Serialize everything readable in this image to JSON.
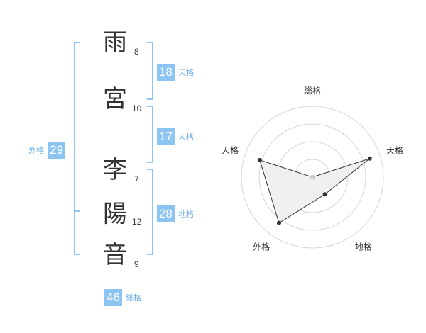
{
  "name": {
    "characters": [
      {
        "char": "雨",
        "strokes": "8"
      },
      {
        "char": "宮",
        "strokes": "10"
      },
      {
        "char": "李",
        "strokes": "7"
      },
      {
        "char": "陽",
        "strokes": "12"
      },
      {
        "char": "音",
        "strokes": "9"
      }
    ]
  },
  "fortunes": {
    "tenkaku": {
      "value": "18",
      "label": "天格"
    },
    "jinkaku": {
      "value": "17",
      "label": "人格"
    },
    "chikaku": {
      "value": "28",
      "label": "地格"
    },
    "gaikaku": {
      "value": "29",
      "label": "外格"
    },
    "soukaku": {
      "value": "46",
      "label": "総格"
    }
  },
  "colors": {
    "accent": "#8cc4f2",
    "accent_text": "#6aaee8",
    "bracket": "#8cc4f2",
    "radar_fill": "#eeeeee",
    "radar_grid": "#d6d6d6",
    "radar_line": "#333333"
  },
  "chart_data": {
    "type": "radar",
    "axes": [
      "総格",
      "天格",
      "地格",
      "外格",
      "人格"
    ],
    "values": [
      0,
      0.85,
      0.3,
      0.8,
      0.78
    ],
    "range": [
      0,
      1
    ],
    "rings": 4,
    "center_dot": true
  }
}
